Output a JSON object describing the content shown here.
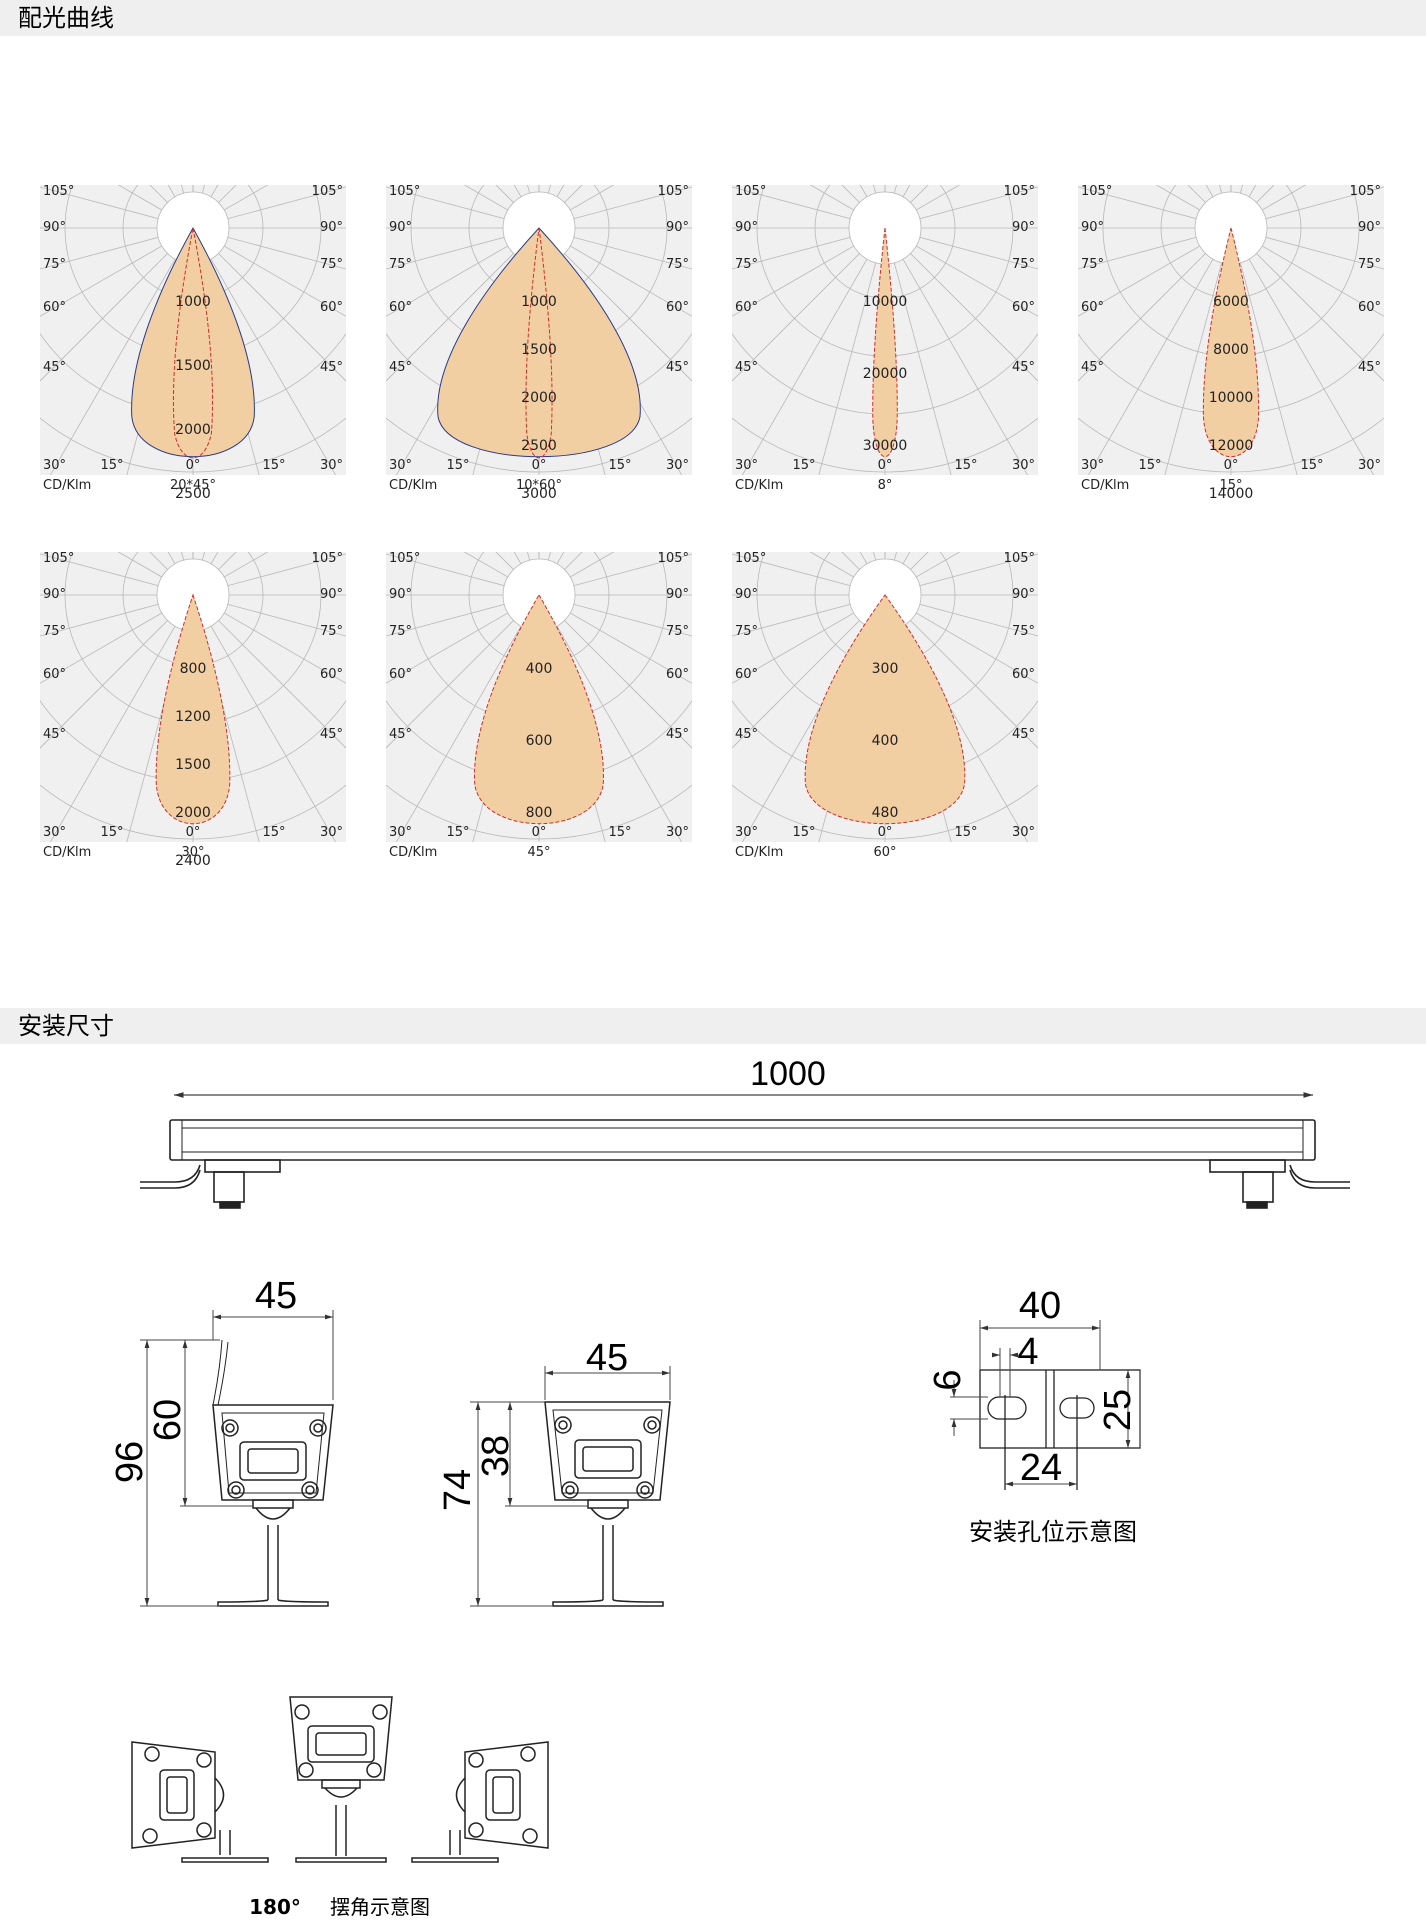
{
  "sections": {
    "light": {
      "title": "配光曲线"
    },
    "install": {
      "title": "安装尺寸"
    }
  },
  "colors": {
    "fill": "#f2cfa3",
    "curve": "#d22d2d",
    "grid": "#b8b8b8",
    "panel": "#f0f0f0"
  },
  "polar_common": {
    "unit": "CD/Klm",
    "angles_left": [
      "105°",
      "90°",
      "75°",
      "60°",
      "45°"
    ],
    "angles_right": [
      "105°",
      "90°",
      "75°",
      "60°",
      "45°"
    ],
    "bottom": [
      "30°",
      "15°",
      "0°",
      "15°",
      "30°"
    ]
  },
  "chart_data": [
    {
      "type": "polar",
      "title": "20*45°",
      "width_frac": 0.4,
      "ring_labels": [
        "1000",
        "1500",
        "2000",
        "2500"
      ],
      "dual": true,
      "inner_frac": 0.15
    },
    {
      "type": "polar",
      "title": "10*60°",
      "width_frac": 0.66,
      "ring_labels": [
        "1000",
        "1500",
        "2000",
        "2500",
        "3000"
      ],
      "dual": true,
      "inner_frac": 0.1
    },
    {
      "type": "polar",
      "title": "8°",
      "width_frac": 0.08,
      "ring_labels": [
        "10000",
        "20000",
        "30000"
      ],
      "dual": false
    },
    {
      "type": "polar",
      "title": "15°",
      "width_frac": 0.18,
      "ring_labels": [
        "6000",
        "8000",
        "10000",
        "12000",
        "14000"
      ],
      "dual": false
    },
    {
      "type": "polar",
      "title": "30°",
      "width_frac": 0.24,
      "ring_labels": [
        "800",
        "1200",
        "1500",
        "2000",
        "2400"
      ],
      "dual": false
    },
    {
      "type": "polar",
      "title": "45°",
      "width_frac": 0.42,
      "ring_labels": [
        "400",
        "600",
        "800"
      ],
      "dual": false
    },
    {
      "type": "polar",
      "title": "60°",
      "width_frac": 0.52,
      "ring_labels": [
        "300",
        "400",
        "480"
      ],
      "dual": false
    }
  ],
  "dimensions": {
    "length": "1000",
    "side_width": "45",
    "side_h1": "96",
    "side_h2": "60",
    "front_width": "45",
    "front_h1": "74",
    "front_h2": "38",
    "hole_w": "40",
    "hole_slot": "4",
    "hole_d": "6",
    "hole_h": "25",
    "hole_spacing": "24",
    "hole_caption": "安装孔位示意图",
    "swing_caption_a": "180°",
    "swing_caption_b": "摆角示意图"
  }
}
